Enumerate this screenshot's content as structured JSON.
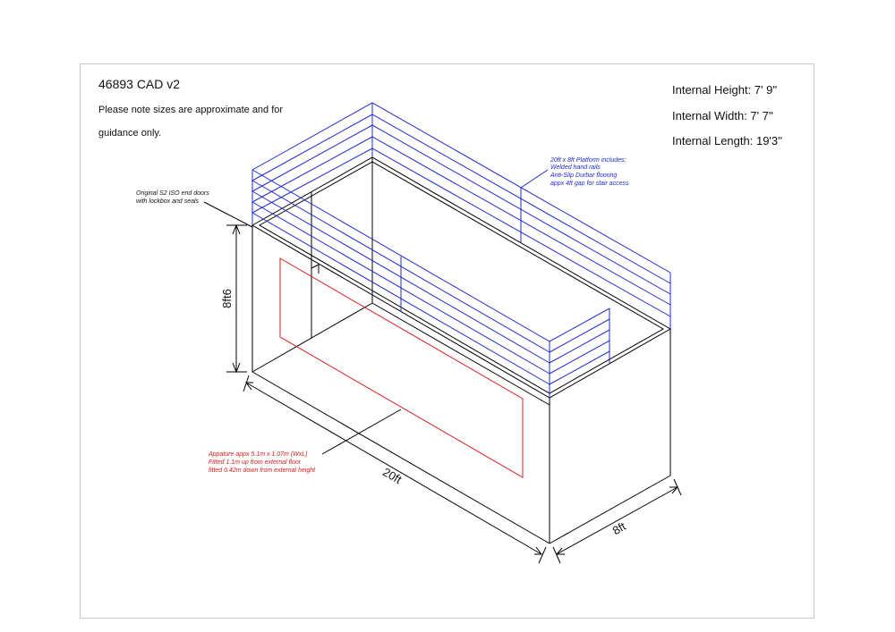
{
  "drawing": {
    "title": "46893 CAD v2",
    "note_line1": "Please note sizes are approximate and for",
    "note_line2": "guidance only."
  },
  "internal_dimensions": {
    "height": "Internal Height: 7' 9''",
    "width": "Internal Width: 7' 7''",
    "length": "Internal Length: 19'3''"
  },
  "callouts": {
    "doors": [
      "Original S2 ISO end doors",
      "with lockbox and seals"
    ],
    "platform": [
      "20ft x 8ft Platform includes;",
      "Welded hand rails",
      "Anti-Slip Durbar flooring",
      "appx 4ft gap for stair access"
    ],
    "aperture": [
      "Appature appx 5.1m x 1.07m (WxL)",
      "Fitted 1.1m up from external floor",
      "fitted 0.42m down from external height"
    ]
  },
  "dimension_labels": {
    "height": "8ft6",
    "length": "20ft",
    "width": "8ft"
  },
  "colors": {
    "structure": "#000000",
    "platform": "#1f2bd1",
    "aperture": "#d81b1b",
    "frame": "#c8c8c8"
  }
}
